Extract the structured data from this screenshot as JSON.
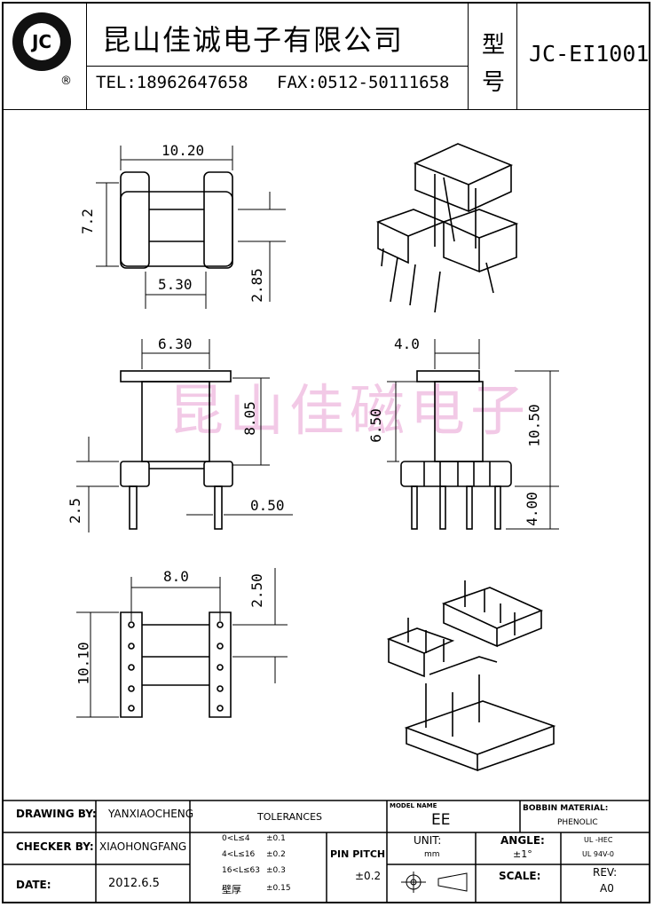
{
  "header": {
    "logo_text": "JC",
    "registered_mark": "®",
    "company_name": "昆山佳诚电子有限公司",
    "phone": "TEL:18962647658",
    "fax": "FAX:0512-50111658",
    "type_label_1": "型",
    "type_label_2": "号",
    "part_number": "JC-EI1001"
  },
  "watermark": "昆山佳磁电子",
  "dimensions": {
    "top_width": "10.20",
    "top_height": "7.2",
    "top_inner_width": "5.30",
    "top_slot": "2.85",
    "front_flange": "6.30",
    "front_height": "8.05",
    "front_pin": "2.5",
    "front_pin_dia": "0.50",
    "side_width": "4.0",
    "side_inner_height": "6.50",
    "side_total_height": "10.50",
    "side_pin_length": "4.00",
    "bottom_pitch_row": "8.0",
    "bottom_height": "10.10",
    "bottom_pitch": "2.50"
  },
  "title_block": {
    "drawing_by_label": "DRAWING  BY:",
    "drawing_by": "YANXIAOCHENG",
    "checker_by_label": "CHECKER  BY:",
    "checker_by": "XIAOHONGFANG",
    "date_label": "DATE:",
    "date": "2012.6.5",
    "tolerances_label": "TOLERANCES",
    "tol_1_range": "0<L≤4",
    "tol_1_value": "±0.1",
    "tol_2_range": "4<L≤16",
    "tol_2_value": "±0.2",
    "tol_3_range": "16<L≤63",
    "tol_3_value": "±0.3",
    "tol_4_range": "壁厚",
    "tol_4_value": "±0.15",
    "pin_pitch_label": "PIN PITCH",
    "pin_pitch_value": "±0.2",
    "model_name_label": "MODEL NAME",
    "model_name": "EE",
    "bobbin_material_label": "BOBBIN MATERIAL:",
    "bobbin_material": "PHENOLIC",
    "unit_label": "UNIT:",
    "unit_value": "mm",
    "angle_label": "ANGLE:",
    "angle_value": "±1°",
    "ul_1": "UL -HEC",
    "ul_2": "UL  94V-0",
    "scale_label": "SCALE:",
    "rev_label": "REV:",
    "rev_value": "A0"
  }
}
